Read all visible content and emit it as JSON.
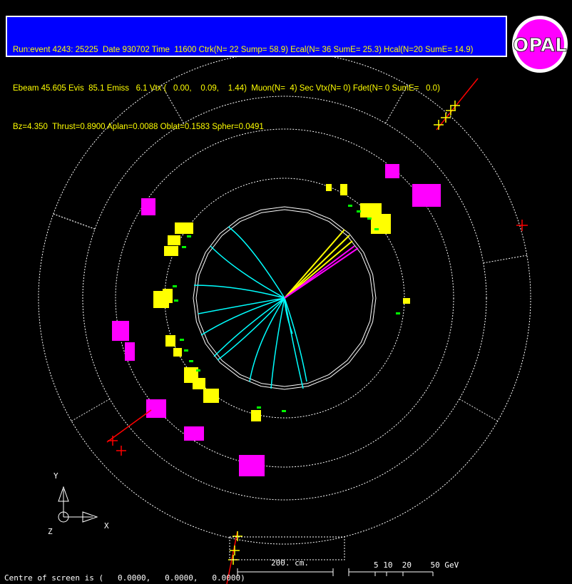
{
  "header": {
    "line1": "Run:event 4243: 25225  Date 930702 Time  11600 Ctrk(N= 22 Sump= 58.9) Ecal(N= 36 SumE= 25.3) Hcal(N=20 SumE= 14.9)",
    "line2": "Ebeam 45.605 Evis  85.1 Emiss   6.1 Vtx (   0.00,    0.09,    1.44)  Muon(N=  4) Sec Vtx(N= 0) Fdet(N= 0 SumE=   0.0)",
    "line3": "Bz=4.350  Thrust=0.8900 Aplan=0.0088 Oblat=0.1583 Spher=0.0491"
  },
  "logo": {
    "text": "OPAL"
  },
  "axes": {
    "y": "Y",
    "x": "X",
    "z": "Z"
  },
  "scale": {
    "length_label": "200. cm.",
    "energy_label": "5 10  20    50 GeV"
  },
  "footer": {
    "centre": "Centre of screen is (   0.0000,   0.0000,   0.0000)"
  },
  "colors": {
    "track": "#00ffff",
    "ecal": "#ffff00",
    "hcal": "#ff00ff",
    "muon": "#ff0000",
    "presampler": "#00ff00",
    "panel": "#0000ff"
  }
}
